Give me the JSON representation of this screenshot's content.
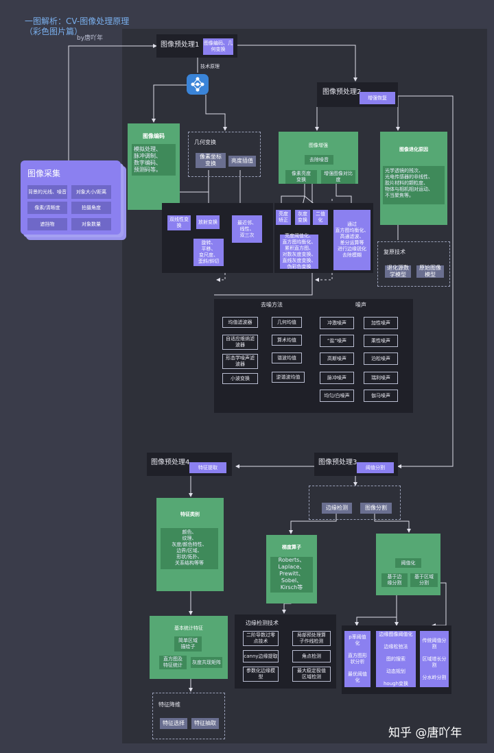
{
  "title": {
    "line1": "一图解析：CV-图像处理原理",
    "line2": "（彩色图片篇）",
    "author": "by唐吖年"
  },
  "watermark": "知乎 @唐吖年",
  "acquire": {
    "title": "图像采集",
    "items": [
      "背景的光线、噪音",
      "对象大小/距离",
      "像素/清晰度",
      "拍摄角度",
      "遮挡物",
      "对象数量"
    ]
  },
  "pre1": {
    "title": "图像预处理1",
    "tag": "图像编码、几何变换",
    "tech": "技术原理"
  },
  "pre2": {
    "title": "图像预处理2",
    "tag": "增强恢复"
  },
  "pre3": {
    "title": "图像预处理3",
    "tag": "阈值分割"
  },
  "pre4": {
    "title": "图像预处理4",
    "tag": "特征提取"
  },
  "encode": {
    "title": "图像编码",
    "body": "模拟处理、\n脉冲调制、\n数字编码、\n预测码等。"
  },
  "geo": {
    "title": "几何变换",
    "a": "像素坐标\n变换",
    "b": "亮度插值"
  },
  "geo_sub": {
    "bilinear": "双线性变\n换",
    "affine": "放射变换",
    "affine_detail": "旋转、\n平移、\n变尺度、\n歪斜/斜切",
    "interp": "最近邻、\n线性、\n双三次"
  },
  "enhance": {
    "title": "图像增强",
    "denoise": "去除噪音",
    "pixel": "像素亮度\n变换",
    "contrast": "增强图像对比\n度"
  },
  "enh_sub": {
    "gamma": "亮度\n矫正",
    "gray": "灰度\n变换",
    "binary": "二值\n化",
    "detail": "亮度阈值化、\n直方图均衡化、\n累积直方图、\n对数灰度变换、\n直线灰度变换、\n伪彩色变换",
    "freq": "通过\n直方图均衡化、\n高通滤波、\n差分运算等\n进行边缘锐化\n去除模糊"
  },
  "degrade": {
    "title": "图像退化原因",
    "body": "光学透镜的残次、\n光电传感器的非线性、\n胶片材料的颗粒度、\n物体与相机相对运动、\n不当聚焦等。"
  },
  "restore": {
    "title": "复原技术",
    "a": "退化源数\n学模型",
    "b": "原始图像\n模型"
  },
  "denoise": {
    "title": "去噪方法",
    "filters": [
      "均值滤波器",
      "自适应维纳滤\n波器",
      "形态学噪声滤\n波器",
      "小波变换"
    ],
    "means": [
      "几何均值",
      "算术均值",
      "谐波均值",
      "逆谐波均值"
    ]
  },
  "noise": {
    "title": "噪声",
    "left": [
      "冲激噪声",
      "“盐”噪声",
      "高斯噪声",
      "脉冲噪声",
      "均匀/白噪声"
    ],
    "right": [
      "加性噪声",
      "乘性噪声",
      "泊松噪声",
      "瑞利噪声",
      "伽马噪声"
    ]
  },
  "seg": {
    "edge": "边缘检测",
    "seg": "图像分割"
  },
  "gradient": {
    "title": "梯度算子",
    "body": "Roberts、\nLaplace、\nPrewitt、\nSobel、\nKirsch等"
  },
  "threshold": {
    "title": "阈值化",
    "a": "基于边\n缘分割",
    "b": "基于区域\n分割"
  },
  "edge_tech": {
    "title": "边缘检测技术",
    "items": [
      "二阶导数过零\n点技术",
      "局部预处理算\n子作线检测",
      "canny边缘提取",
      "角点检测",
      "参数化边缘模\n型",
      "最大稳定极值\n区域检测"
    ]
  },
  "thresh_sub": {
    "a": "p率阈值\n化\n\n直方图形\n状分析\n\n最优阈值\n化",
    "b": "边缘图像阈值化\n\n边缘松弛法\n\n图的搜索\n\n动态规划\n\nhough变换",
    "c": "传统阈值分\n割\n\n区域增长分\n割\n\n分水岭分割"
  },
  "features": {
    "title": "特征类别",
    "body": "颜色、\n纹理、\n灰度/颜色特性、\n边界/区域、\n形状/拓扑、\n关系结构等等"
  },
  "stats": {
    "title": "基本统计特征",
    "a": "简单区域\n描绘子",
    "b": "直方图及\n特征统计",
    "c": "灰度共现矩阵"
  },
  "reduce": {
    "title": "特征降维",
    "a": "特征选择",
    "b": "特征抽取"
  },
  "colors": {
    "bg": "#3a3c4a",
    "green": "#56a874",
    "purple": "#8b80f0"
  }
}
